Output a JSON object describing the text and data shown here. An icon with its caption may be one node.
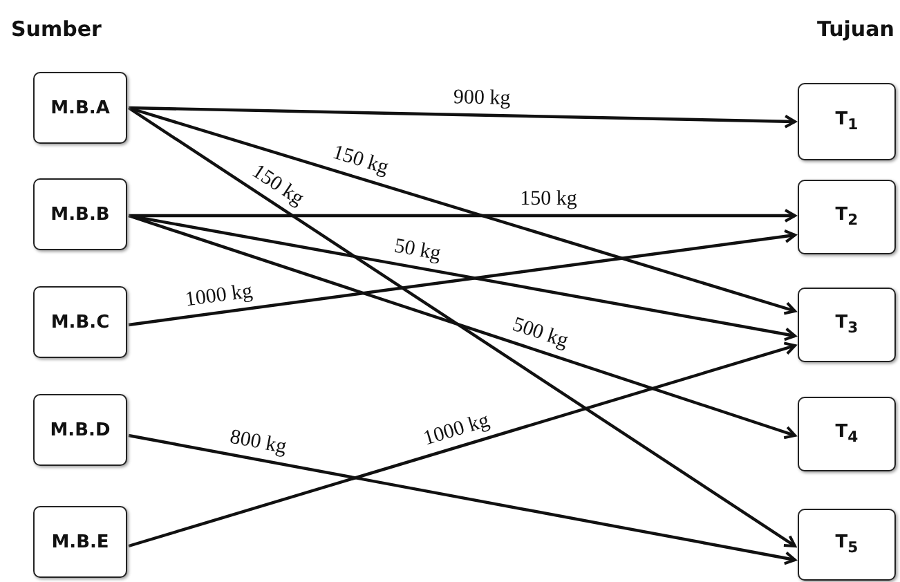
{
  "diagram": {
    "nodes": [
      {
        "text": [
          "M.B.A"
        ]
      },
      {
        "text": [
          "M.B.B"
        ]
      },
      {
        "text": [
          "M.B.C"
        ]
      },
      {
        "text": [
          "M.B.D"
        ]
      },
      {
        "text": [
          "M.B.E"
        ]
      },
      {
        "text": [
          "T$_{1}$"
        ]
      },
      {
        "text": [
          "T$_{2}$"
        ]
      },
      {
        "text": [
          "T$_{3}$"
        ]
      },
      {
        "text": [
          "T$_{4}$"
        ]
      },
      {
        "text": [
          "T$_{5}$"
        ]
      }
    ],
    "edges": [
      {
        "from": 0,
        "to": 5,
        "arrow": "to",
        "label": "900 kg"
      },
      {
        "from": 0,
        "to": 7,
        "arrow": "to",
        "label": "150 kg"
      },
      {
        "from": 0,
        "to": 9,
        "arrow": "to",
        "label": "150 kg"
      },
      {
        "from": 1,
        "to": 6,
        "arrow": "to",
        "label": "150 kg"
      },
      {
        "from": 1,
        "to": 7,
        "arrow": "to",
        "label": "50 kg"
      },
      {
        "from": 1,
        "to": 8,
        "arrow": "to",
        "label": "500 kg"
      },
      {
        "from": 2,
        "to": 6,
        "arrow": "to",
        "label": "1000 kg"
      },
      {
        "from": 3,
        "to": 9,
        "arrow": "to",
        "label": "800 kg"
      },
      {
        "from": 4,
        "to": 7,
        "arrow": "to",
        "label": "1000 kg"
      }
    ],
    "labels": [
      "Sumber",
      "Tujuan"
    ]
  }
}
